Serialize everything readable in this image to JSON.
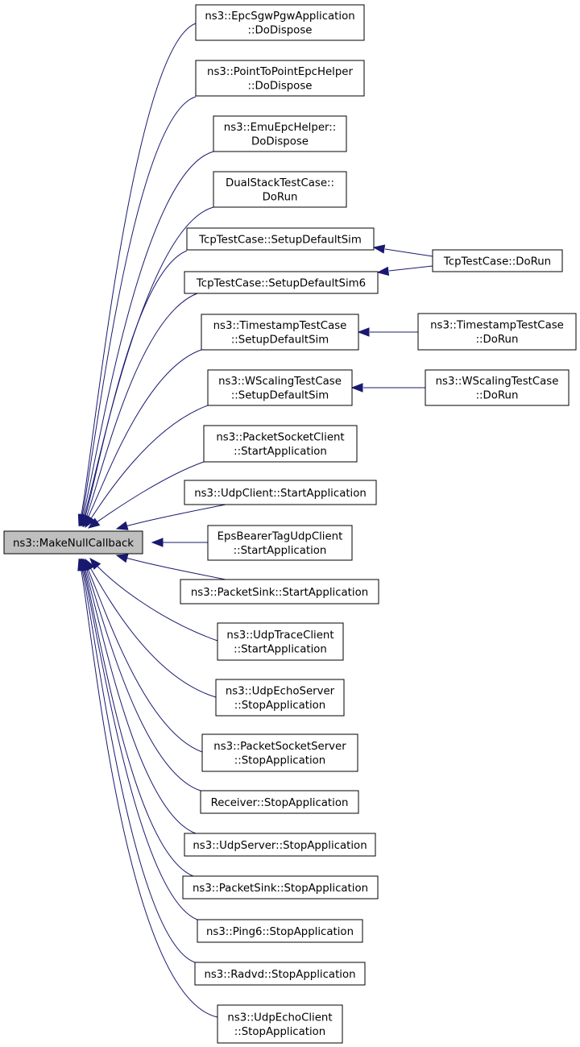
{
  "graph": {
    "root": {
      "id": "make_null_callback",
      "lines": [
        "ns3::MakeNullCallback"
      ]
    },
    "callers": [
      {
        "id": "epc_sgw_dispose",
        "lines": [
          "ns3::EpcSgwPgwApplication",
          "::DoDispose"
        ]
      },
      {
        "id": "p2p_epc_dispose",
        "lines": [
          "ns3::PointToPointEpcHelper",
          "::DoDispose"
        ]
      },
      {
        "id": "emu_epc_dispose",
        "lines": [
          "ns3::EmuEpcHelper::",
          "DoDispose"
        ]
      },
      {
        "id": "dual_stack_run",
        "lines": [
          "DualStackTestCase::",
          "DoRun"
        ]
      },
      {
        "id": "tcp_setup_sim",
        "lines": [
          "TcpTestCase::SetupDefaultSim"
        ]
      },
      {
        "id": "tcp_setup_sim6",
        "lines": [
          "TcpTestCase::SetupDefaultSim6"
        ]
      },
      {
        "id": "timestamp_setup",
        "lines": [
          "ns3::TimestampTestCase",
          "::SetupDefaultSim"
        ]
      },
      {
        "id": "wscaling_setup",
        "lines": [
          "ns3::WScalingTestCase",
          "::SetupDefaultSim"
        ]
      },
      {
        "id": "packet_socket_client_start",
        "lines": [
          "ns3::PacketSocketClient",
          "::StartApplication"
        ]
      },
      {
        "id": "udp_client_start",
        "lines": [
          "ns3::UdpClient::StartApplication"
        ]
      },
      {
        "id": "eps_bearer_start",
        "lines": [
          "EpsBearerTagUdpClient",
          "::StartApplication"
        ]
      },
      {
        "id": "packet_sink_start",
        "lines": [
          "ns3::PacketSink::StartApplication"
        ]
      },
      {
        "id": "udp_trace_client_start",
        "lines": [
          "ns3::UdpTraceClient",
          "::StartApplication"
        ]
      },
      {
        "id": "udp_echo_server_stop",
        "lines": [
          "ns3::UdpEchoServer",
          "::StopApplication"
        ]
      },
      {
        "id": "packet_socket_server_stop",
        "lines": [
          "ns3::PacketSocketServer",
          "::StopApplication"
        ]
      },
      {
        "id": "receiver_stop",
        "lines": [
          "Receiver::StopApplication"
        ]
      },
      {
        "id": "udp_server_stop",
        "lines": [
          "ns3::UdpServer::StopApplication"
        ]
      },
      {
        "id": "packet_sink_stop",
        "lines": [
          "ns3::PacketSink::StopApplication"
        ]
      },
      {
        "id": "ping6_stop",
        "lines": [
          "ns3::Ping6::StopApplication"
        ]
      },
      {
        "id": "radvd_stop",
        "lines": [
          "ns3::Radvd::StopApplication"
        ]
      },
      {
        "id": "udp_echo_client_stop",
        "lines": [
          "ns3::UdpEchoClient",
          "::StopApplication"
        ]
      }
    ],
    "second_level": [
      {
        "id": "tcp_do_run",
        "lines": [
          "TcpTestCase::DoRun"
        ],
        "calls": [
          "tcp_setup_sim",
          "tcp_setup_sim6"
        ]
      },
      {
        "id": "timestamp_do_run",
        "lines": [
          "ns3::TimestampTestCase",
          "::DoRun"
        ],
        "calls": [
          "timestamp_setup"
        ]
      },
      {
        "id": "wscaling_do_run",
        "lines": [
          "ns3::WScalingTestCase",
          "::DoRun"
        ],
        "calls": [
          "wscaling_setup"
        ]
      }
    ],
    "colors": {
      "edge": "#191970",
      "root_fill": "#bfbfbf",
      "node_fill": "#ffffff",
      "border": "#000000"
    }
  }
}
